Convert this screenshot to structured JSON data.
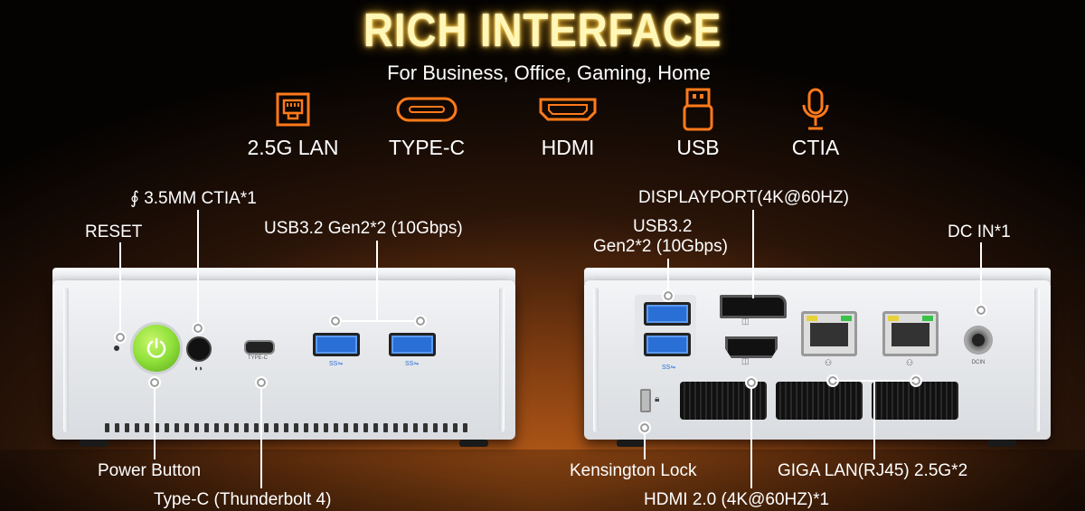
{
  "header": {
    "title": "RICH INTERFACE",
    "subtitle": "For Business, Office, Gaming, Home"
  },
  "features": [
    {
      "label": "2.5G LAN",
      "icon": "lan-port-icon"
    },
    {
      "label": "TYPE-C",
      "icon": "type-c-port-icon"
    },
    {
      "label": "HDMI",
      "icon": "hdmi-port-icon"
    },
    {
      "label": "USB",
      "icon": "usb-icon"
    },
    {
      "label": "CTIA",
      "icon": "microphone-icon"
    }
  ],
  "front": {
    "ctia": "3.5MM CTIA*1",
    "reset": "RESET",
    "usb": "USB3.2 Gen2*2 (10Gbps)",
    "power": "Power Button",
    "typec": "Type-C (Thunderbolt 4)",
    "typec_port_label": "TYPE-C"
  },
  "rear": {
    "displayport": "DISPLAYPORT(4K@60HZ)",
    "usb_line1": "USB3.2",
    "usb_line2": "Gen2*2 (10Gbps)",
    "dcin": "DC IN*1",
    "kensington": "Kensington Lock",
    "lan": "GIGA LAN(RJ45) 2.5G*2",
    "hdmi": "HDMI 2.0 (4K@60HZ)*1",
    "dc_port_label": "DCIN"
  },
  "colors": {
    "title_glow": "#fff7b8",
    "accent_orange": "#ff7a1a",
    "usb_blue": "#2a6fd6",
    "power_green": "#8fe03a"
  }
}
